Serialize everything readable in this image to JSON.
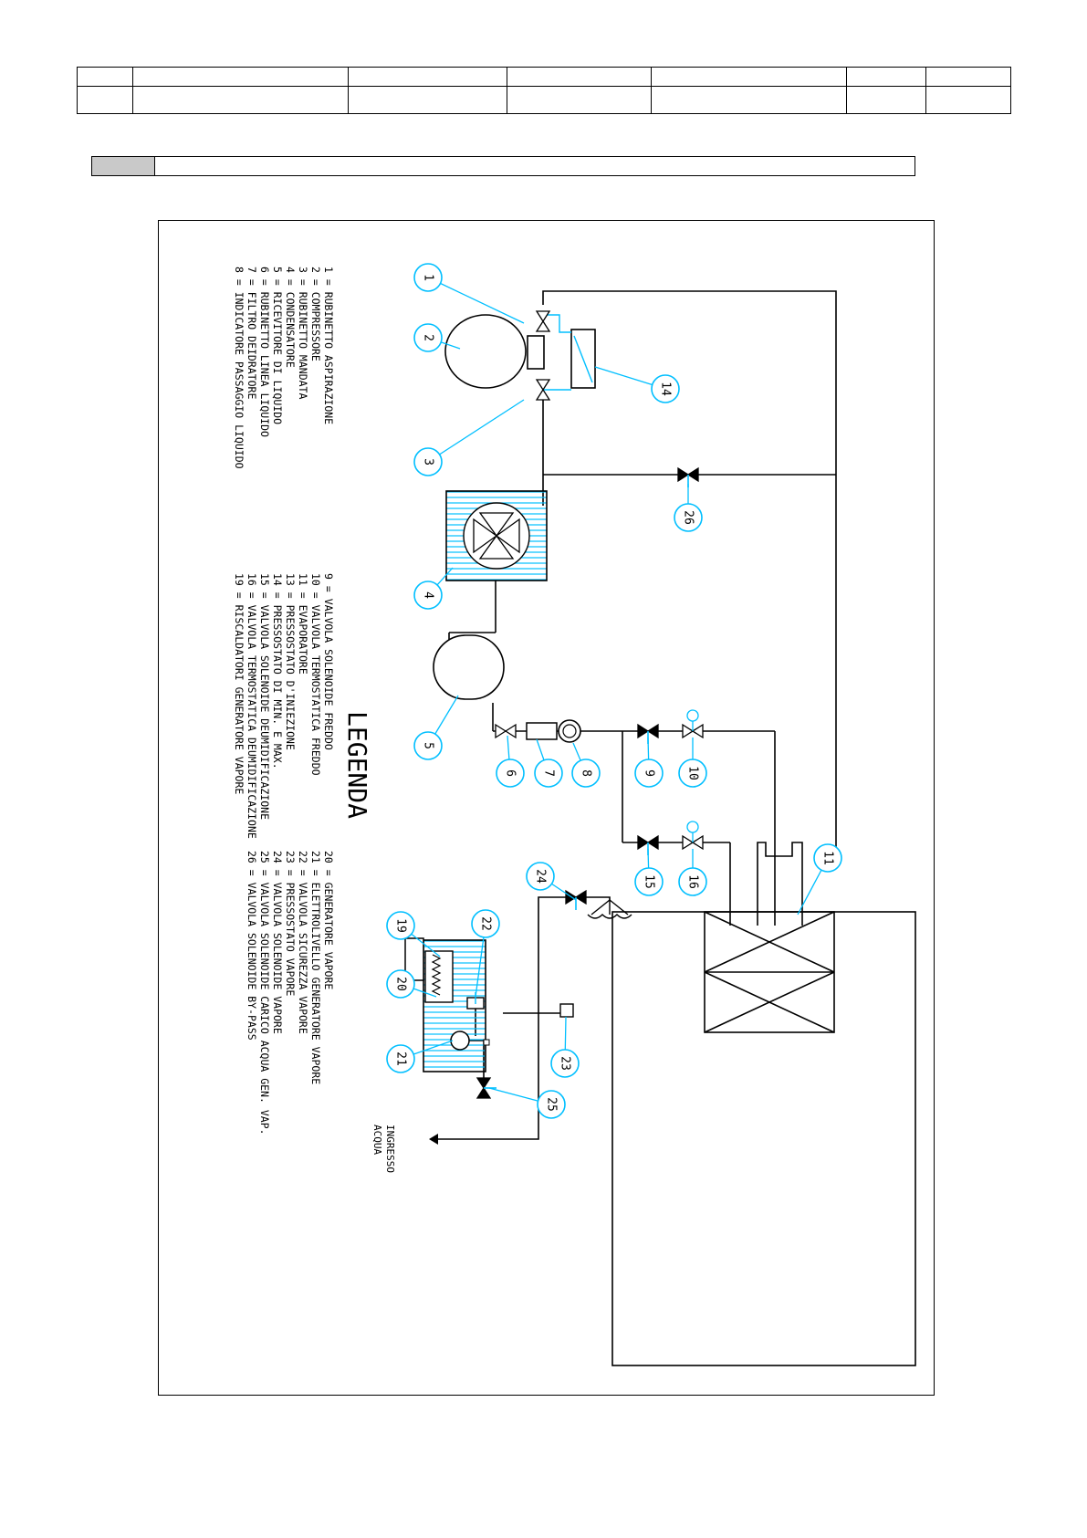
{
  "legend_title": "LEGENDA",
  "legend_col1": [
    "1 = RUBINETTO ASPIRAZIONE",
    "2 = COMPRESSORE",
    "3 = RUBINETTO MANDATA",
    "4 = CONDENSATORE",
    "5 = RICEVITORE DI LIQUIDO",
    "6 = RUBINETTO LINEA LIQUIDO",
    "7 = FILTRO DEIDRATORE",
    "8 = INDICATORE PASSAGGIO LIQUIDO"
  ],
  "legend_col2": [
    "9 = VALVOLA SOLENOIDE FREDDO",
    "10 = VALVOLA TERMOSTATICA FREDDO",
    "11 = EVAPORATORE",
    "13 = PRESSOSTATO D'INIEZIONE",
    "14 = PRESSOSTATO DI MIN. E MAX.",
    "15 = VALVOLA SOLENOIDE DEUMIDIFICAZIONE",
    "16 = VALVOLA TERMOSTATICA DEUMIDIFICAZIONE",
    "19 = RISCALDATORI GENERATORE VAPORE"
  ],
  "legend_col3": [
    "20 = GENERATORE VAPORE",
    "21 = ELETTROLIVELLO GENERATORE VAPORE",
    "22 = VALVOLA SICUREZZA VAPORE",
    "23 = PRESSOSTATO VAPORE",
    "24 = VALVOLA SOLENOIDE VAPORE",
    "25 = VALVOLA SOLENOIDE CARICO ACQUA GEN. VAP.",
    "26 = VALVOLA SOLENOIDE BY-PASS"
  ],
  "water_inlet": [
    "INGRESSO",
    "ACQUA"
  ],
  "balloons": [
    "1",
    "2",
    "3",
    "4",
    "5",
    "6",
    "7",
    "8",
    "9",
    "10",
    "11",
    "14",
    "15",
    "16",
    "19",
    "20",
    "21",
    "22",
    "23",
    "24",
    "25",
    "26"
  ],
  "colors": {
    "line": "#000000",
    "balloon": "#00bfff",
    "fill": "#cce9ff"
  }
}
